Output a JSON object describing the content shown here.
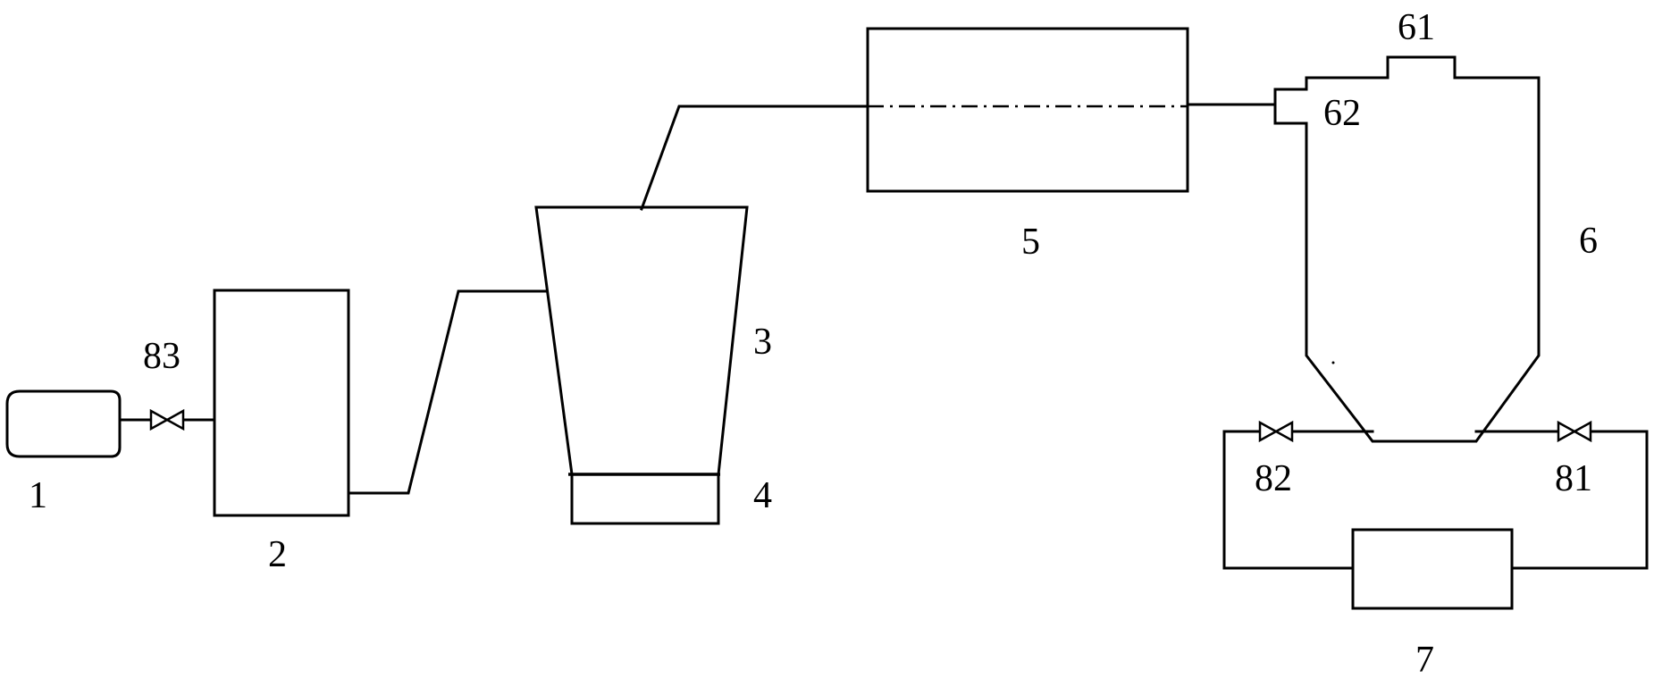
{
  "labels": {
    "l1": "1",
    "l2": "2",
    "l3": "3",
    "l4": "4",
    "l5": "5",
    "l6": "6",
    "l7": "7",
    "l61": "61",
    "l62": "62",
    "l81": "81",
    "l82": "82",
    "l83": "83"
  }
}
